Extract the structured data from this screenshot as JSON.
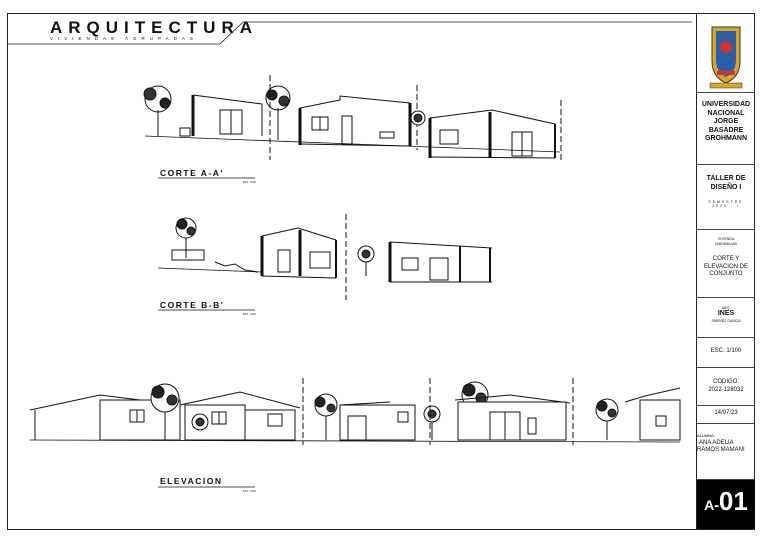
{
  "header": {
    "title": "ARQUITECTURA",
    "subtitle": "VIVIENDAS AGRUPADAS"
  },
  "sections": {
    "corte_aa": {
      "label": "CORTE A-A'",
      "scale": "ESC. 1/100"
    },
    "corte_bb": {
      "label": "CORTE B-B'",
      "scale": "ESC. 1/100"
    },
    "elevacion": {
      "label": "ELEVACION",
      "scale": "ESC. 1/100"
    }
  },
  "titleblock": {
    "university": [
      "UNIVERSIDAD",
      "NACIONAL",
      "JORGE",
      "BASADRE",
      "GROHMANN"
    ],
    "course_title": [
      "TALLER DE",
      "DISEÑO I"
    ],
    "semester_label": "SEMESTRE",
    "semester_value": "2023 - I",
    "project_type": [
      "VIVIENDA",
      "UNIFAMILIAR"
    ],
    "drawing_name": [
      "CORTE Y",
      "ELEVACION DE",
      "CONJUNTO"
    ],
    "teacher_prefix": "ARQ.",
    "teacher_name": "INES",
    "teacher_surname": "JIMENEZ GARCIA",
    "scale": "ESC. 1/100",
    "code_label": "CODIGO:",
    "code_value": "2022-128032",
    "date": "14/07/23",
    "student_label": "ALUMNA:",
    "student_name": [
      "-ANA ADELIA",
      "RAMOS MAMANI"
    ],
    "sheet_prefix": "A-",
    "sheet_number": "01"
  }
}
